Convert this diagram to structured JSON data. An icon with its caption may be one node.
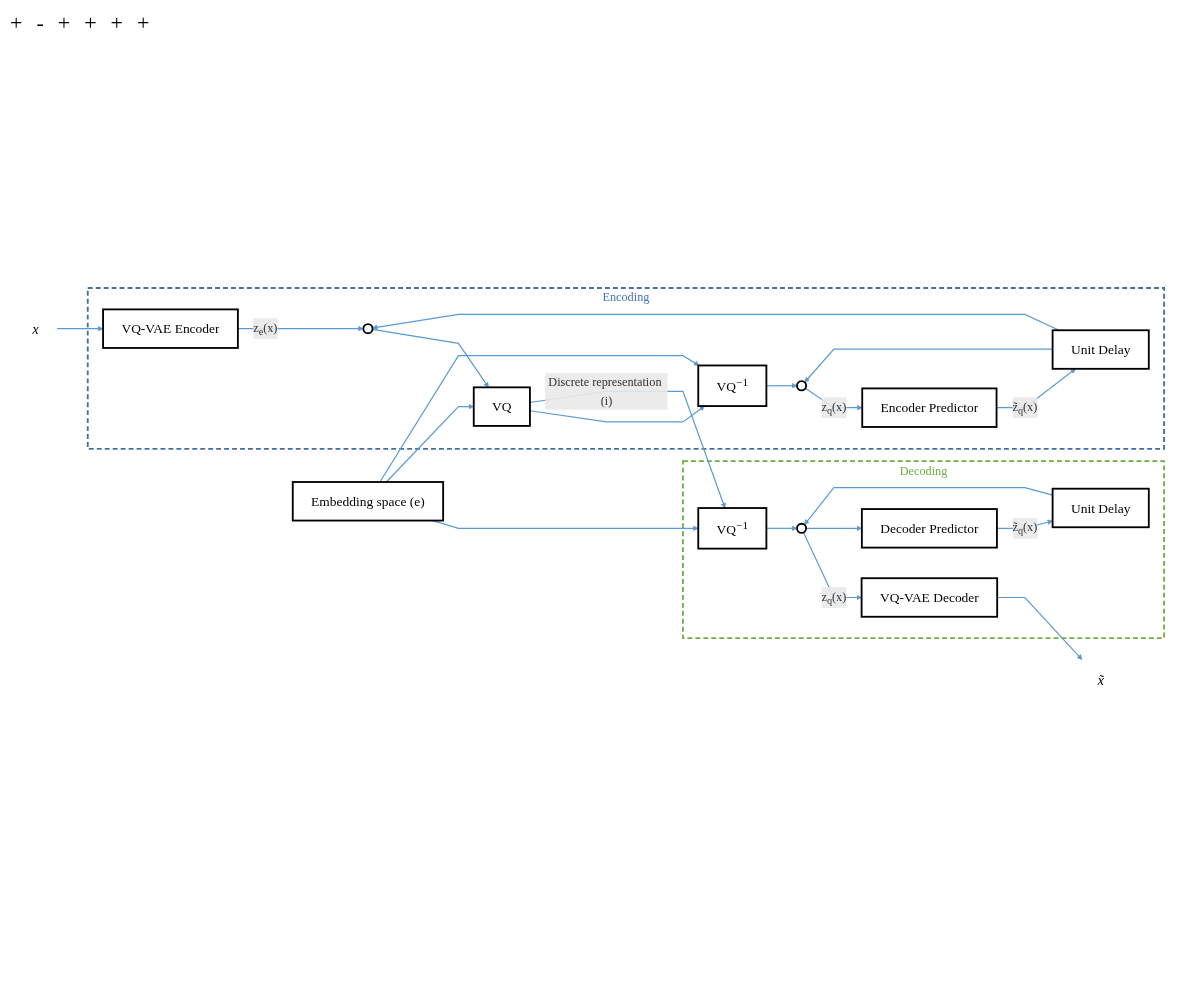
{
  "diagram": {
    "nodes": [
      {
        "text": [
          "Encoding"
        ]
      },
      {
        "text": [
          "VQ-VAE Encoder"
        ],
        "in": 0
      },
      {
        "text": [],
        "shape": "circle",
        "in": 0
      },
      {
        "text": [
          "Unit Delay"
        ],
        "in": 0
      },
      {
        "text": [
          "VQ"
        ],
        "in": 0
      },
      {
        "text": [
          "Encoder Predictor"
        ],
        "in": 0
      },
      {
        "text": [
          "VQ$^{−1}$"
        ],
        "in": 0
      },
      {
        "text": [],
        "shape": "circle",
        "in": 0
      },
      {
        "text": [
          "Decoding"
        ]
      },
      {
        "text": [
          "VQ-VAE Decoder"
        ],
        "in": 8
      },
      {
        "text": [],
        "shape": "circle",
        "in": 8
      },
      {
        "text": [
          "VQ$^{−1}$"
        ],
        "in": 8
      },
      {
        "text": [
          "Decoder Predictor"
        ],
        "in": 8
      },
      {
        "text": [
          "Unit Delay"
        ],
        "in": 8
      },
      {
        "text": [
          "Embedding space (e)"
        ]
      },
      {
        "text": [
          "x"
        ]
      },
      {
        "text": [
          "x̃"
        ]
      }
    ],
    "edges": [
      {
        "from": 15,
        "to": 1,
        "arrow": "to"
      },
      {
        "from": 1,
        "to": 2,
        "arrow": "to",
        "label": "z$_{e}$(x)"
      },
      {
        "from": 3,
        "to": 2,
        "arrow": "to"
      },
      {
        "from": 2,
        "to": 4,
        "arrow": "to"
      },
      {
        "from": 4,
        "to": 6,
        "arrow": "to"
      },
      {
        "from": 3,
        "to": 7,
        "arrow": "to"
      },
      {
        "from": 6,
        "to": 7,
        "arrow": "to"
      },
      {
        "from": 7,
        "to": 5,
        "arrow": "to",
        "label": "z$_{q}$(x)"
      },
      {
        "from": 5,
        "to": 3,
        "arrow": "to",
        "label": "z̃$_{q}$(x)"
      },
      {
        "from": 4,
        "to": 11,
        "arrow": "to",
        "label": "Discrete representation (i)"
      },
      {
        "from": 14,
        "to": 4,
        "arrow": "to"
      },
      {
        "from": 14,
        "to": 6,
        "arrow": "to"
      },
      {
        "from": 14,
        "to": 11,
        "arrow": "to"
      },
      {
        "from": 11,
        "to": 10,
        "arrow": "to"
      },
      {
        "from": 13,
        "to": 10,
        "arrow": "to"
      },
      {
        "from": 10,
        "to": 9,
        "arrow": "to",
        "label": "z$_{q}$(x)"
      },
      {
        "from": 10,
        "to": 12,
        "arrow": "to"
      },
      {
        "from": 12,
        "to": 13,
        "arrow": "to",
        "label": "z̃$_{q}$(x)"
      },
      {
        "from": 9,
        "to": 16,
        "arrow": "to"
      }
    ],
    "labels": [
      "+",
      "-",
      "+",
      "+",
      "+",
      "+"
    ]
  }
}
